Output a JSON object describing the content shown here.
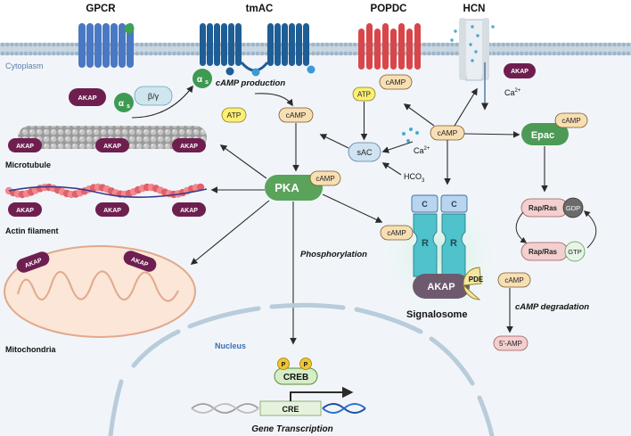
{
  "receptors": {
    "gpcr": "GPCR",
    "tmac": "tmAC",
    "popdc": "POPDC",
    "hcn": "HCN"
  },
  "compartments": {
    "cytoplasm": "Cytoplasm",
    "nucleus": "Nucleus"
  },
  "gprotein": {
    "alpha": "α",
    "alpha_sub": "s",
    "beta_gamma": "β/γ"
  },
  "labels": {
    "akap": "AKAP",
    "camp": "cAMP",
    "atp": "ATP",
    "sac": "sAC",
    "ca": "Ca",
    "ca_sup": "2+",
    "hco": "HCO",
    "hco_sub": "3",
    "pka": "PKA",
    "epac": "Epac",
    "rapras": "Rap/Ras",
    "gdp": "GDP",
    "gtp": "GTP",
    "c": "C",
    "r": "R",
    "pde": "PDE",
    "five_amp": "5'-AMP",
    "creb": "CREB",
    "p": "P",
    "cre": "CRE",
    "microtubule": "Microtubule",
    "actin": "Actin filament",
    "mitochondria": "Mitochondria",
    "signalosome": "Signalosome"
  },
  "annotations": {
    "camp_production": "cAMP production",
    "phosphorylation": "Phosphorylation",
    "camp_degradation": "cAMP degradation",
    "gene_transcription": "Gene Transcription"
  },
  "colors": {
    "membrane": "#9fb6c8",
    "cytoplasm_bg": "#f1f5f9",
    "gpcr_blue": "#4a78c2",
    "tmac_blue": "#1f5d95",
    "popdc_red": "#d9464a",
    "akap_purple": "#6e1f4f",
    "pka_green": "#5aa35a",
    "camp_fill": "#f8dfb3",
    "atp_fill": "#fbef74",
    "sac_fill": "#cfe3f3",
    "epac_green": "#4c9a56",
    "rap_pink": "#f3cfcf",
    "regulatory_teal": "#4fc2cc",
    "catalytic_blue": "#b9d4ee",
    "pde_yellow": "#f2e6a0",
    "creb_green": "#d6edc8",
    "p_yellow": "#f2c530",
    "dna_blue": "#1e4fa0"
  }
}
